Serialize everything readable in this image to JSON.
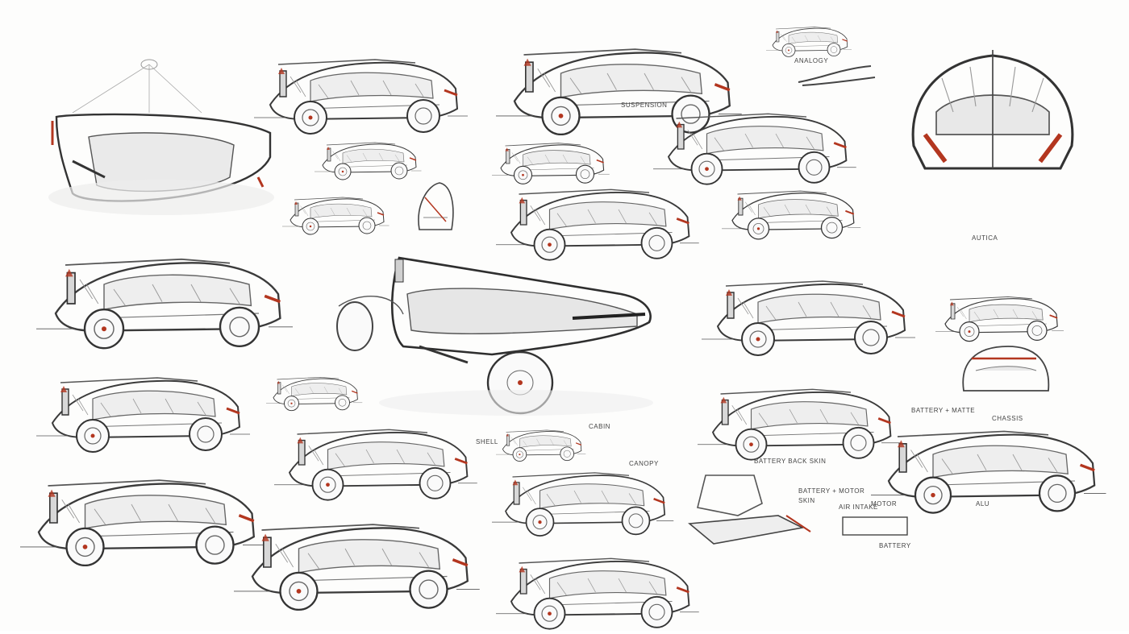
{
  "sheet": {
    "background": "#fdfdfc",
    "pencil_color": "#3a3a3a",
    "shade_color": "#8a8a8a",
    "accent_color": "#b3361f"
  },
  "annotations": {
    "analogy": "ANALOGY",
    "suspension": "SUSPENSION",
    "autica": "AUTICA",
    "battery_matte": "BATTERY + MATTE",
    "battery_back_skin": "BATTERY BACK SKIN",
    "battery_motor": "BATTERY + MOTOR",
    "skin": "SKIN",
    "motor": "MOTOR",
    "battery": "BATTERY",
    "cabin": "CABIN",
    "canopy": "CANOPY",
    "shell": "SHELL",
    "air_intake": "AIR INTAKE",
    "alu": "ALU",
    "chassis": "CHASSIS"
  }
}
